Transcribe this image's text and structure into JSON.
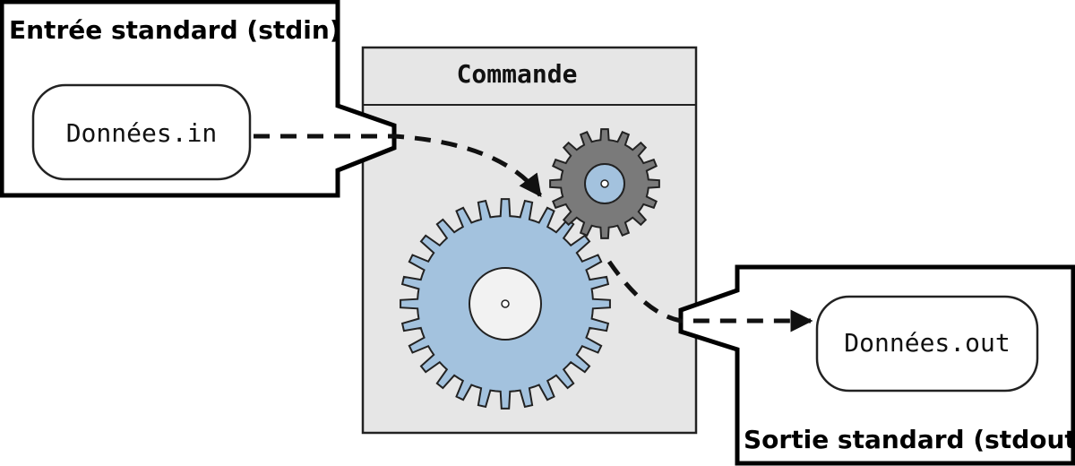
{
  "stdin": {
    "title": "Entrée standard (stdin)",
    "file": "Données.in"
  },
  "command": {
    "title": "Commande"
  },
  "stdout": {
    "title": "Sortie standard (stdout)",
    "file": "Données.out"
  },
  "colors": {
    "big_gear": "#a3c2de",
    "small_gear": "#7a7a7a",
    "hub": "#f2f2f2",
    "command_box": "#e6e6e6"
  }
}
